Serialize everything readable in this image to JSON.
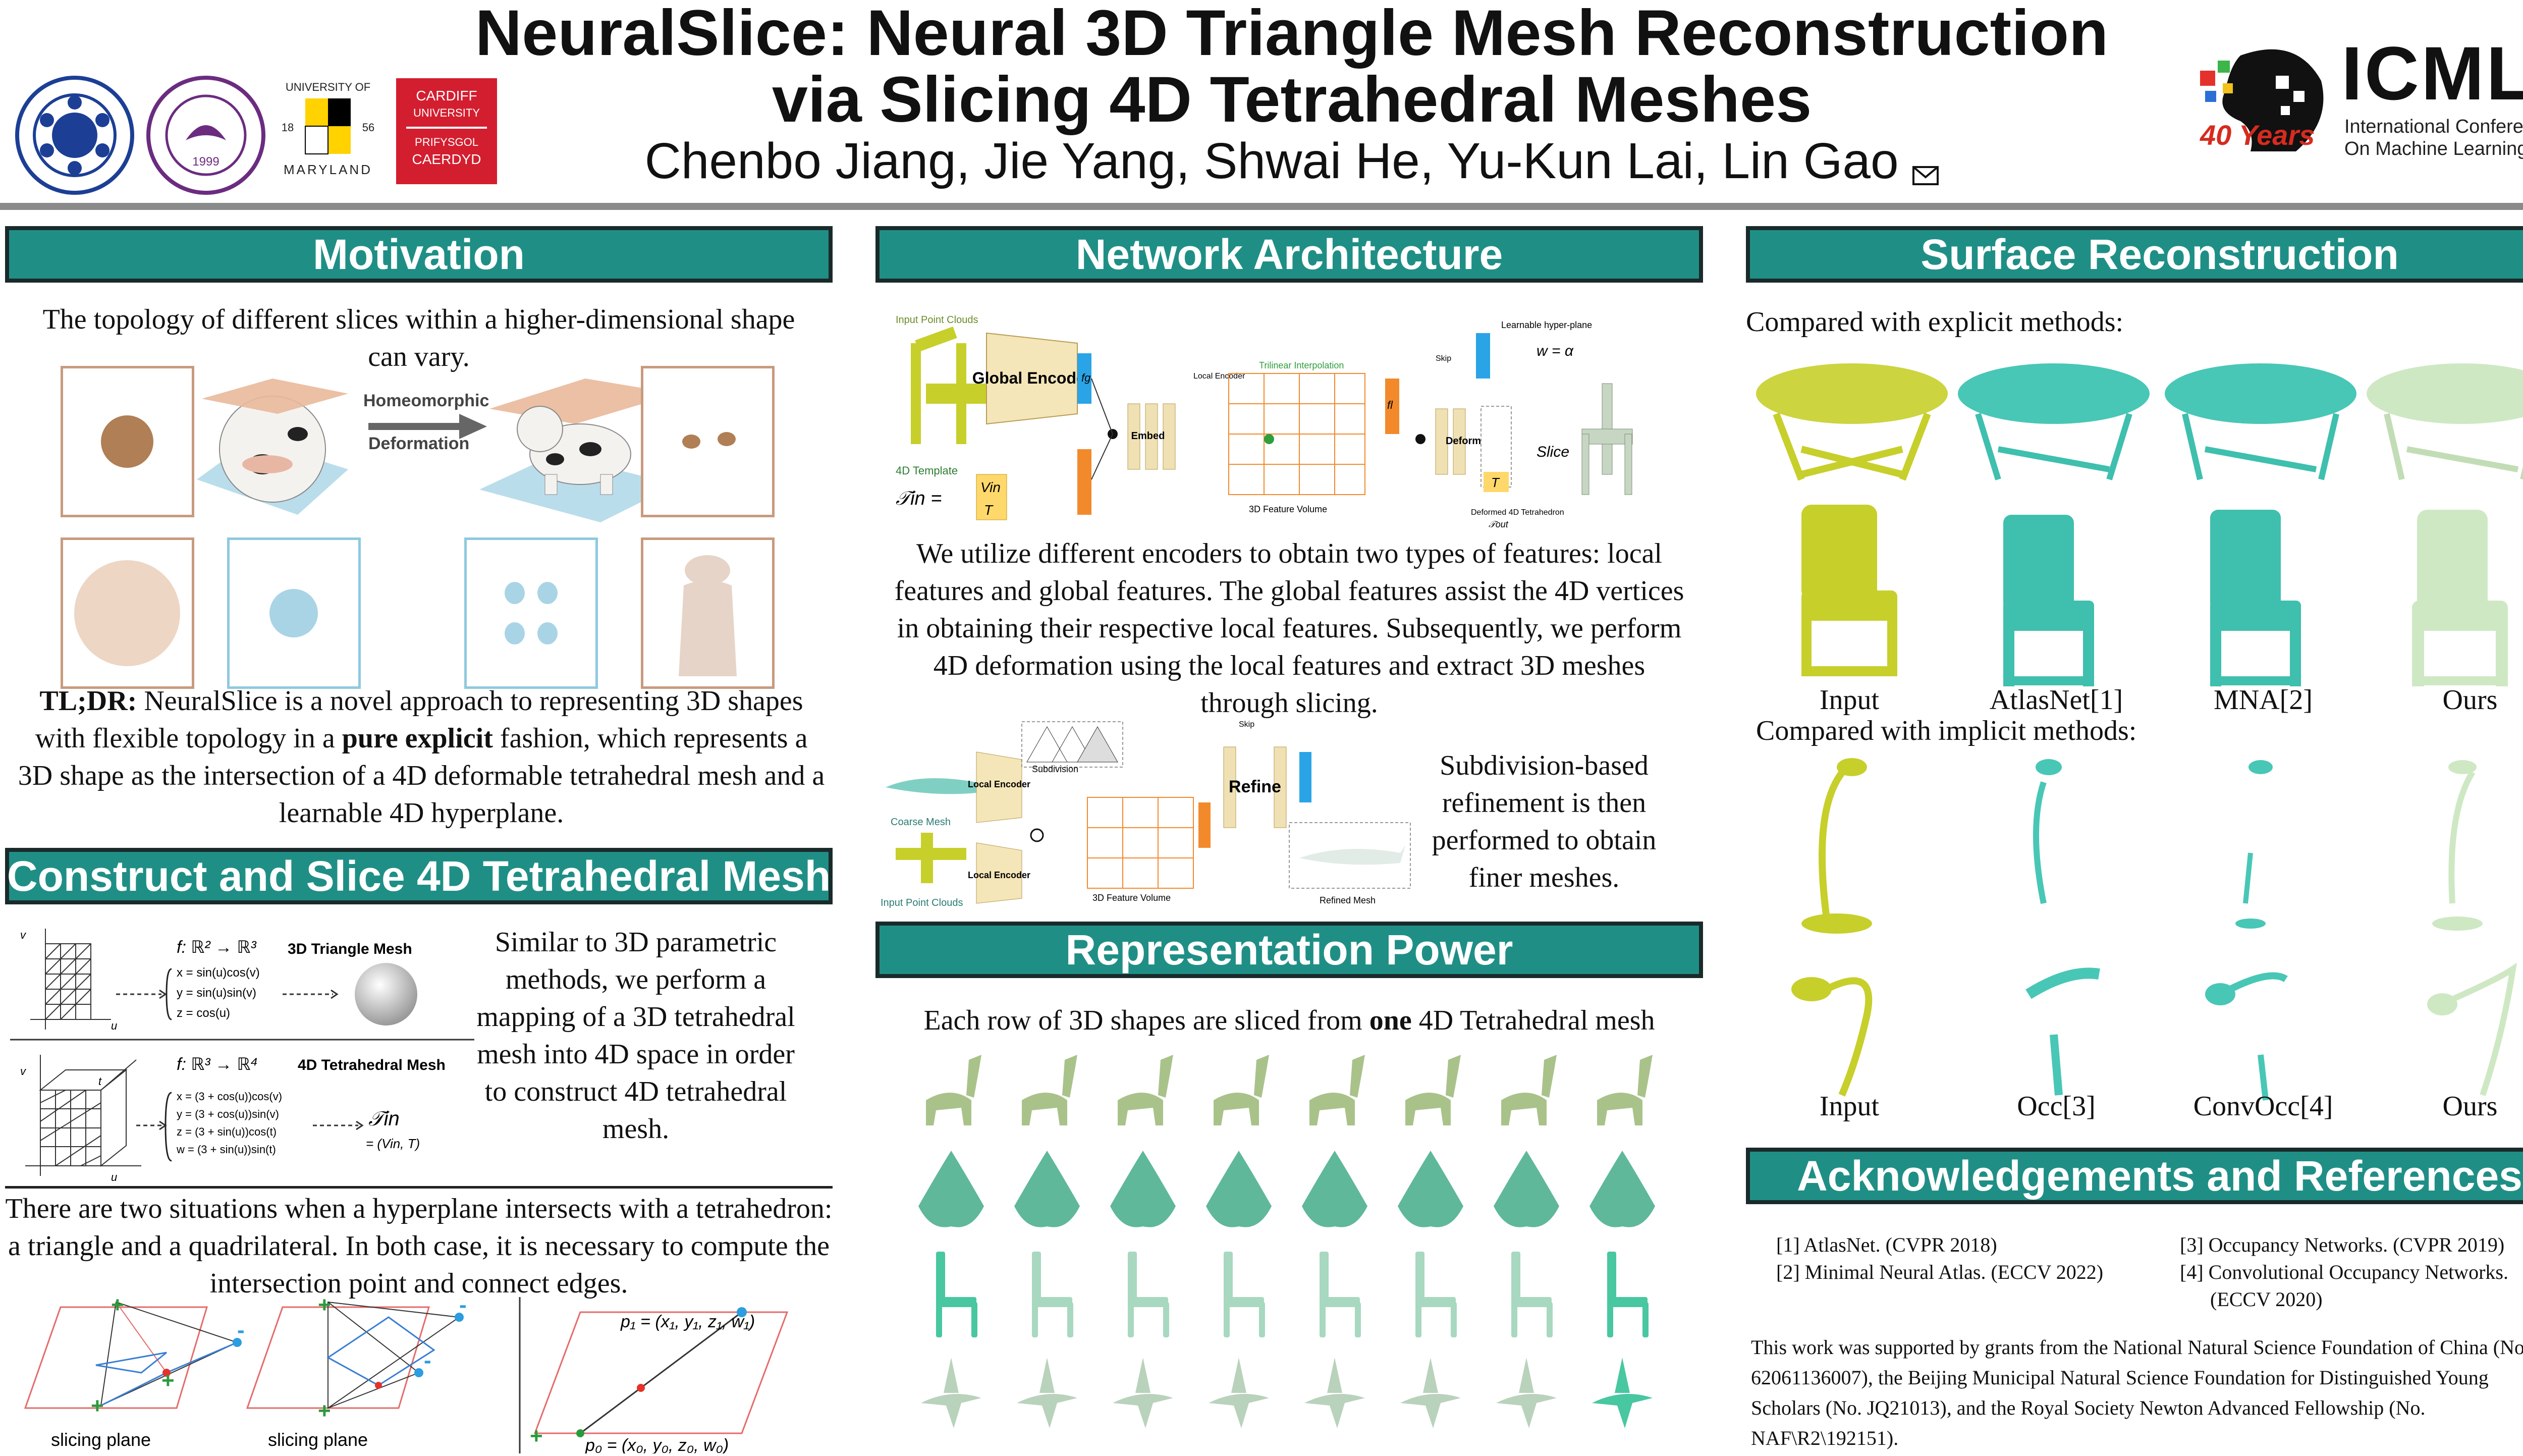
{
  "header": {
    "title_line1": "NeuralSlice: Neural 3D Triangle Mesh Reconstruction",
    "title_line2": "via Slicing 4D Tetrahedral Meshes",
    "authors": "Chenbo Jiang, Jie Yang, Shwai He, Yu-Kun Lai, Lin Gao",
    "conf_name": "ICML",
    "conf_sub1": "International Conference",
    "conf_sub2": "On Machine Learning",
    "conf_years": "40 Years",
    "umd_top": "UNIVERSITY OF",
    "umd_bottom": "MARYLAND",
    "umd_year1": "18",
    "umd_year2": "56",
    "cardiff1": "CARDIFF",
    "cardiff2": "UNIVERSITY",
    "cardiff3": "PRIFYSGOL",
    "cardiff4": "CAERDYD",
    "seal2_year": "1999"
  },
  "colors": {
    "teal": "#1f8f86",
    "teal_light": "#3fc7b5",
    "olive": "#c7cf2b",
    "mint": "#cfe8c4",
    "accent_red": "#d62b1f"
  },
  "motivation": {
    "title": "Motivation",
    "intro": "The topology of different slices within a higher-dimensional shape can vary.",
    "arrow_label1": "Homeomorphic",
    "arrow_label2": "Deformation",
    "tldr_label": "TL;DR:",
    "tldr_a": " NeuralSlice is a novel approach to representing 3D shapes with flexible topology in a ",
    "tldr_bold": "pure explicit",
    "tldr_b": " fashion, which represents a 3D shape as the intersection of a 4D deformable tetrahedral mesh and a learnable 4D hyperplane."
  },
  "construct": {
    "title": "Construct and Slice 4D Tetrahedral Mesh",
    "f1": "f: ℝ² → ℝ³",
    "f1_label": "3D Triangle Mesh",
    "f1_eqs": [
      "x = sin(u)cos(v)",
      "y = sin(u)sin(v)",
      "z = cos(u)"
    ],
    "f2": "f: ℝ³ → ℝ⁴",
    "f2_label": "4D Tetrahedral Mesh",
    "f2_eqs": [
      "x = (3 + cos(u))cos(v)",
      "y = (3 + cos(u))sin(v)",
      "z = (3 + sin(u))cos(t)",
      "w = (3 + sin(u))sin(t)"
    ],
    "tin": "𝒯in",
    "tin_eq": "= (Vin, T)",
    "axis_u": "u",
    "axis_v": "v",
    "axis_t": "t",
    "right_text": "Similar to 3D parametric methods, we perform a mapping of a 3D tetrahedral mesh into 4D space in order to construct 4D tetrahedral mesh.",
    "situations": "There are two situations when a hyperplane intersects with a tetrahedron: a triangle and a quadrilateral. In both case, it is necessary to compute the intersection point and connect edges.",
    "slicing_plane": "slicing plane",
    "p1": "p₁ = (x₁, y₁, z₁, w₁)",
    "p0": "p₀ = (x₀, y₀, z₀, w₀)"
  },
  "network": {
    "title": "Network Architecture",
    "labels": {
      "input_pc": "Input Point Clouds",
      "global_encoder": "Global Encoder",
      "fg": "fg",
      "template": "4D Template",
      "tin": "𝒯in =",
      "vin": "Vin",
      "t": "T",
      "embed": "Embed",
      "local_encoder": "Local Encoder",
      "trilinear": "Trilinear Interpolation",
      "feature_volume": "3D Feature Volume",
      "fl": "fl",
      "skip": "Skip",
      "deform": "Deform",
      "hyperplane": "Learnable hyper-plane",
      "w_eq": "w = α",
      "slice": "Slice",
      "deformed": "Deformed 4D Tetrahedron",
      "tout": "𝒯out"
    },
    "desc": "We utilize different encoders to obtain two types of features: local features and global features. The global features assist the 4D vertices in obtaining their respective local features. Subsequently, we perform 4D deformation using the local features and extract 3D meshes through slicing.",
    "refine_labels": {
      "coarse_mesh": "Coarse Mesh",
      "input_pc": "Input Point Clouds",
      "local_encoder": "Local Encoder",
      "subdivision": "Subdivision",
      "feature_volume": "3D Feature Volume",
      "skip": "Skip",
      "refine": "Refine",
      "refined_mesh": "Refined Mesh"
    },
    "refine_desc": "Subdivision-based refinement is then performed to obtain finer meshes."
  },
  "representation": {
    "title": "Representation Power",
    "desc_a": "Each row of 3D shapes are sliced from ",
    "desc_bold": "one",
    "desc_b": " 4D Tetrahedral mesh"
  },
  "surface": {
    "title": "Surface Reconstruction",
    "explicit": "Compared with explicit methods:",
    "explicit_cols": [
      "Input",
      "AtlasNet[1]",
      "MNA[2]",
      "Ours"
    ],
    "implicit": "Compared with implicit methods:",
    "implicit_cols": [
      "Input",
      "Occ[3]",
      "ConvOcc[4]",
      "Ours"
    ]
  },
  "ack": {
    "title": "Acknowledgements and References",
    "refs_left": [
      "[1] AtlasNet. (CVPR 2018)",
      "[2] Minimal Neural Atlas. (ECCV 2022)"
    ],
    "refs_right": [
      "[3] Occupancy Networks. (CVPR 2019)",
      "[4] Convolutional Occupancy Networks.",
      "(ECCV 2020)"
    ],
    "funding": "This work was supported by grants from the National Natural Science Foundation of China (No. 62061136007), the Beijing Municipal Natural Science Foundation for Distinguished Young Scholars (No. JQ21013), and the Royal Society Newton Advanced Fellowship (No. NAF\\R2\\192151)."
  }
}
